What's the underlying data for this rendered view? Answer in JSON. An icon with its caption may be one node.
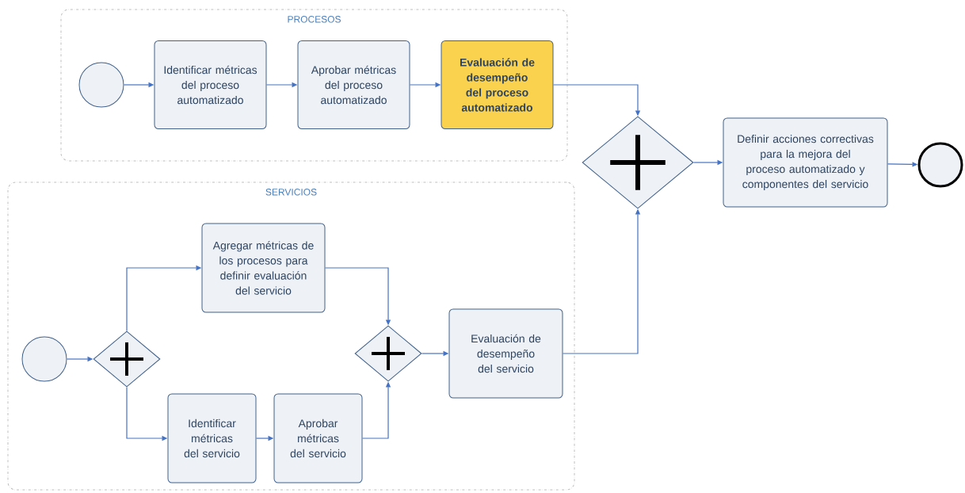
{
  "diagram": {
    "nodes": [
      {
        "text": [
          "PROCESOS"
        ]
      },
      {
        "text": [],
        "shape": "circle",
        "in": 0
      },
      {
        "text": [
          "Identificar métricas del proceso automatizado"
        ],
        "in": 0
      },
      {
        "text": [
          "Aprobar métricas del proceso automatizado"
        ],
        "in": 0
      },
      {
        "text": [
          "Evaluación de desempeño del proceso automatizado"
        ],
        "in": 0
      },
      {
        "text": [
          "SERVICIOS"
        ]
      },
      {
        "text": [],
        "shape": "circle",
        "in": 5
      },
      {
        "text": [],
        "shape": "diamond",
        "in": 5
      },
      {
        "text": [
          "Agregar métricas de los procesos para definir evaluación del servicio"
        ],
        "in": 5
      },
      {
        "text": [
          "Identificar métricas del servicio"
        ],
        "in": 5
      },
      {
        "text": [
          "Aprobar métricas del servicio"
        ],
        "in": 5
      },
      {
        "text": [],
        "shape": "diamond",
        "in": 5
      },
      {
        "text": [
          "Evaluación de desempeño del servicio"
        ],
        "in": 5
      },
      {
        "text": [],
        "shape": "diamond"
      },
      {
        "text": [
          "Definir acciones correctivas para la mejora del proceso automatizado y componentes del servicio"
        ]
      },
      {
        "text": [],
        "shape": "circle"
      }
    ],
    "edges": [
      {
        "from": 1,
        "to": 2,
        "arrow": "to"
      },
      {
        "from": 2,
        "to": 3,
        "arrow": "to"
      },
      {
        "from": 3,
        "to": 4,
        "arrow": "to"
      },
      {
        "from": 4,
        "to": 13,
        "arrow": "to"
      },
      {
        "from": 6,
        "to": 7,
        "arrow": "to"
      },
      {
        "from": 7,
        "to": 8,
        "arrow": "to"
      },
      {
        "from": 7,
        "to": 9,
        "arrow": "to"
      },
      {
        "from": 9,
        "to": 10,
        "arrow": "to"
      },
      {
        "from": 8,
        "to": 11,
        "arrow": "to"
      },
      {
        "from": 10,
        "to": 11,
        "arrow": "to"
      },
      {
        "from": 11,
        "to": 12,
        "arrow": "to"
      },
      {
        "from": 12,
        "to": 13,
        "arrow": "to"
      },
      {
        "from": 13,
        "to": 14,
        "arrow": "to"
      },
      {
        "from": 14,
        "to": 15,
        "arrow": "to"
      }
    ]
  }
}
